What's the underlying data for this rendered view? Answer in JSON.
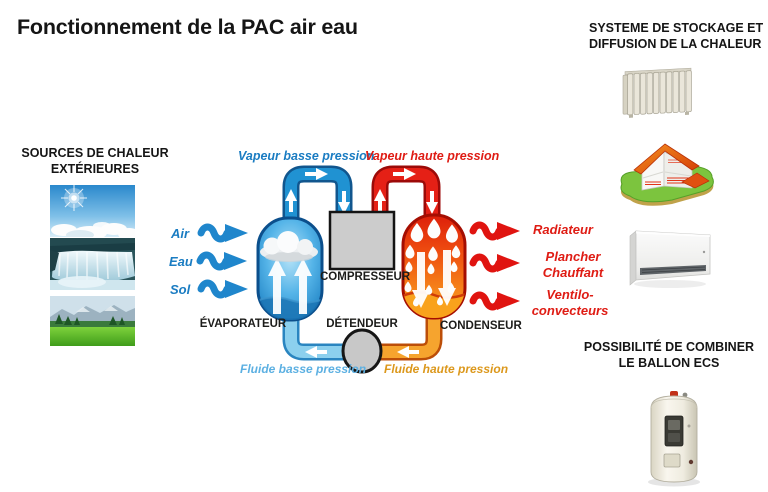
{
  "title": "Fonctionnement de la PAC air eau",
  "headers": {
    "storage": {
      "line1": "SYSTEME DE STOCKAGE ET",
      "line2": "DIFFUSION DE LA CHALEUR"
    },
    "sources": {
      "line1": "SOURCES DE CHALEUR",
      "line2": "EXTÉRIEURES"
    },
    "ballon": {
      "line1": "POSSIBILITÉ DE COMBINER",
      "line2": "LE BALLON ECS"
    }
  },
  "sources": {
    "items": [
      {
        "label": "Air"
      },
      {
        "label": "Eau"
      },
      {
        "label": "Sol"
      }
    ]
  },
  "pipes": {
    "vapeur_basse": "Vapeur basse pression",
    "vapeur_haute": "Vapeur haute pression",
    "fluide_basse": "Fluide basse pression",
    "fluide_haute": "Fluide haute pression"
  },
  "components": {
    "evaporateur": "ÉVAPORATEUR",
    "compresseur": "COMPRESSEUR",
    "detendeur": "DÉTENDEUR",
    "condenseur": "CONDENSEUR"
  },
  "outputs": {
    "items": [
      {
        "lines": [
          "Radiateur"
        ]
      },
      {
        "lines": [
          "Plancher",
          "Chauffant"
        ]
      },
      {
        "lines": [
          "Ventilo-",
          "convecteurs"
        ]
      }
    ]
  },
  "images": {
    "sun_sky": "sun-sky-photo",
    "waterfall": "waterfall-photo",
    "meadow": "meadow-photo",
    "radiator": "radiator-image",
    "house_floor_heating": "house-floor-heating-image",
    "fan_convector": "fan-convector-image",
    "water_heater": "water-heater-image"
  },
  "colors": {
    "cold_pipe": "#1f8ccd",
    "hot_pipe": "#e31412",
    "liquid_cold_pipe": "#8cd0ee",
    "liquid_hot_pipe": "#f6a42e",
    "label_blue": "#1a7cc2",
    "label_red": "#df1c14",
    "label_light_blue": "#5cb0e2",
    "label_orange": "#dc981c",
    "compressor_gray": "#cccccc",
    "text_dark": "#1c1c1a"
  }
}
